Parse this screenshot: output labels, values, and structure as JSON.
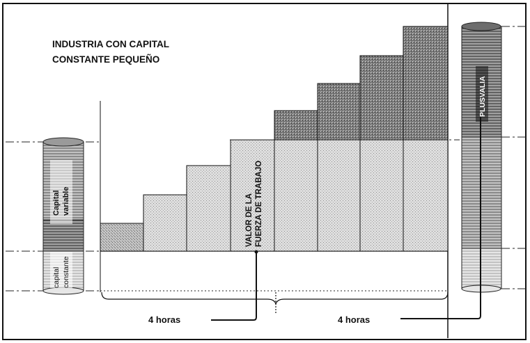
{
  "title": {
    "line1": "INDUSTRIA CON CAPITAL",
    "line2": "CONSTANTE PEQUEÑO"
  },
  "left_cylinder": {
    "variable_label_1": "Capital",
    "variable_label_2": "variable",
    "constant_label_1": "capital",
    "constant_label_2": "constante"
  },
  "labor_value_label": {
    "line1": "VALOR DE LA",
    "line2": "FUERZA DE TRABAJO"
  },
  "surplus_label": "PLUSVALIA",
  "hours": {
    "first": "4 horas",
    "second": "4 horas"
  },
  "steps": {
    "count": 8,
    "description_levels": [
      1,
      2,
      3,
      4,
      5,
      6,
      7,
      8
    ]
  },
  "colors": {
    "ink": "#111111",
    "light_fill": "#d9d9d9",
    "mid_fill": "#bdbdbd",
    "dark_fill": "#6f6f6f"
  }
}
